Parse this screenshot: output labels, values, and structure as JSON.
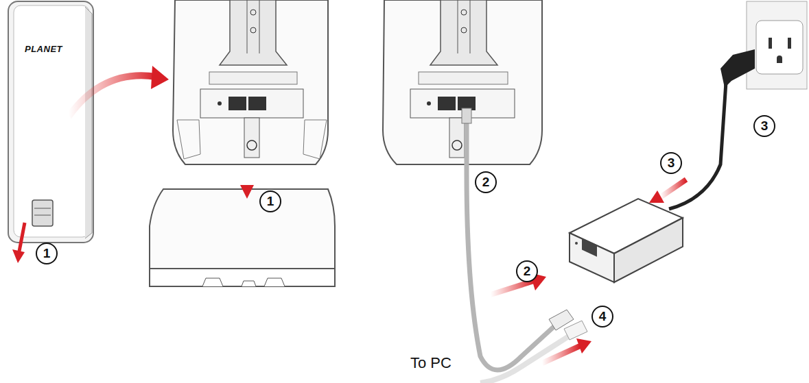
{
  "diagram": {
    "labels": [
      "PLANET",
      "1",
      "1",
      "2",
      "3",
      "3",
      "2",
      "4",
      "To PC"
    ]
  }
}
